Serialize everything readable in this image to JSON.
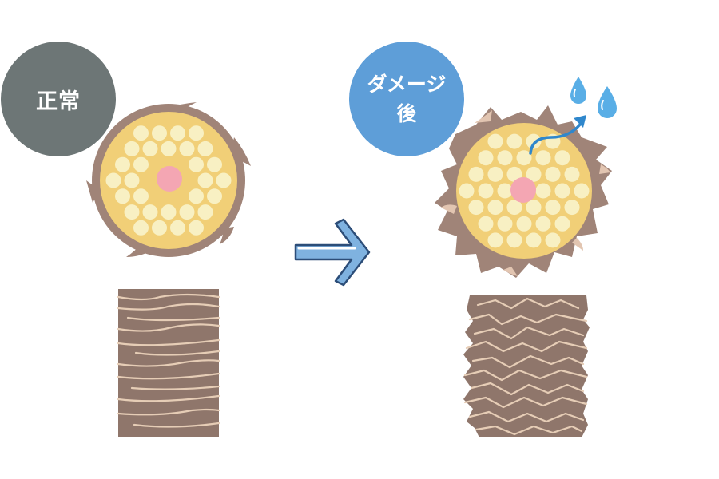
{
  "labels": {
    "normal": "正常",
    "damaged_line1": "ダメージ",
    "damaged_line2": "後"
  },
  "colors": {
    "normal_badge": "#6d7676",
    "damaged_badge": "#5e9ed8",
    "cortex_fill": "#f1cf77",
    "cortex_cell": "#f8f0c3",
    "medulla": "#f4a6b3",
    "cuticle": "#a08478",
    "cuticle_edge": "#8b6d63",
    "flake_light": "#e2c5b1",
    "water": "#3c9ee0",
    "arrow_fill": "#7fb2e0"
  },
  "icons": {
    "transition": "right-arrow-icon",
    "moisture": "water-drop-icon",
    "escape": "curved-arrow-icon"
  }
}
